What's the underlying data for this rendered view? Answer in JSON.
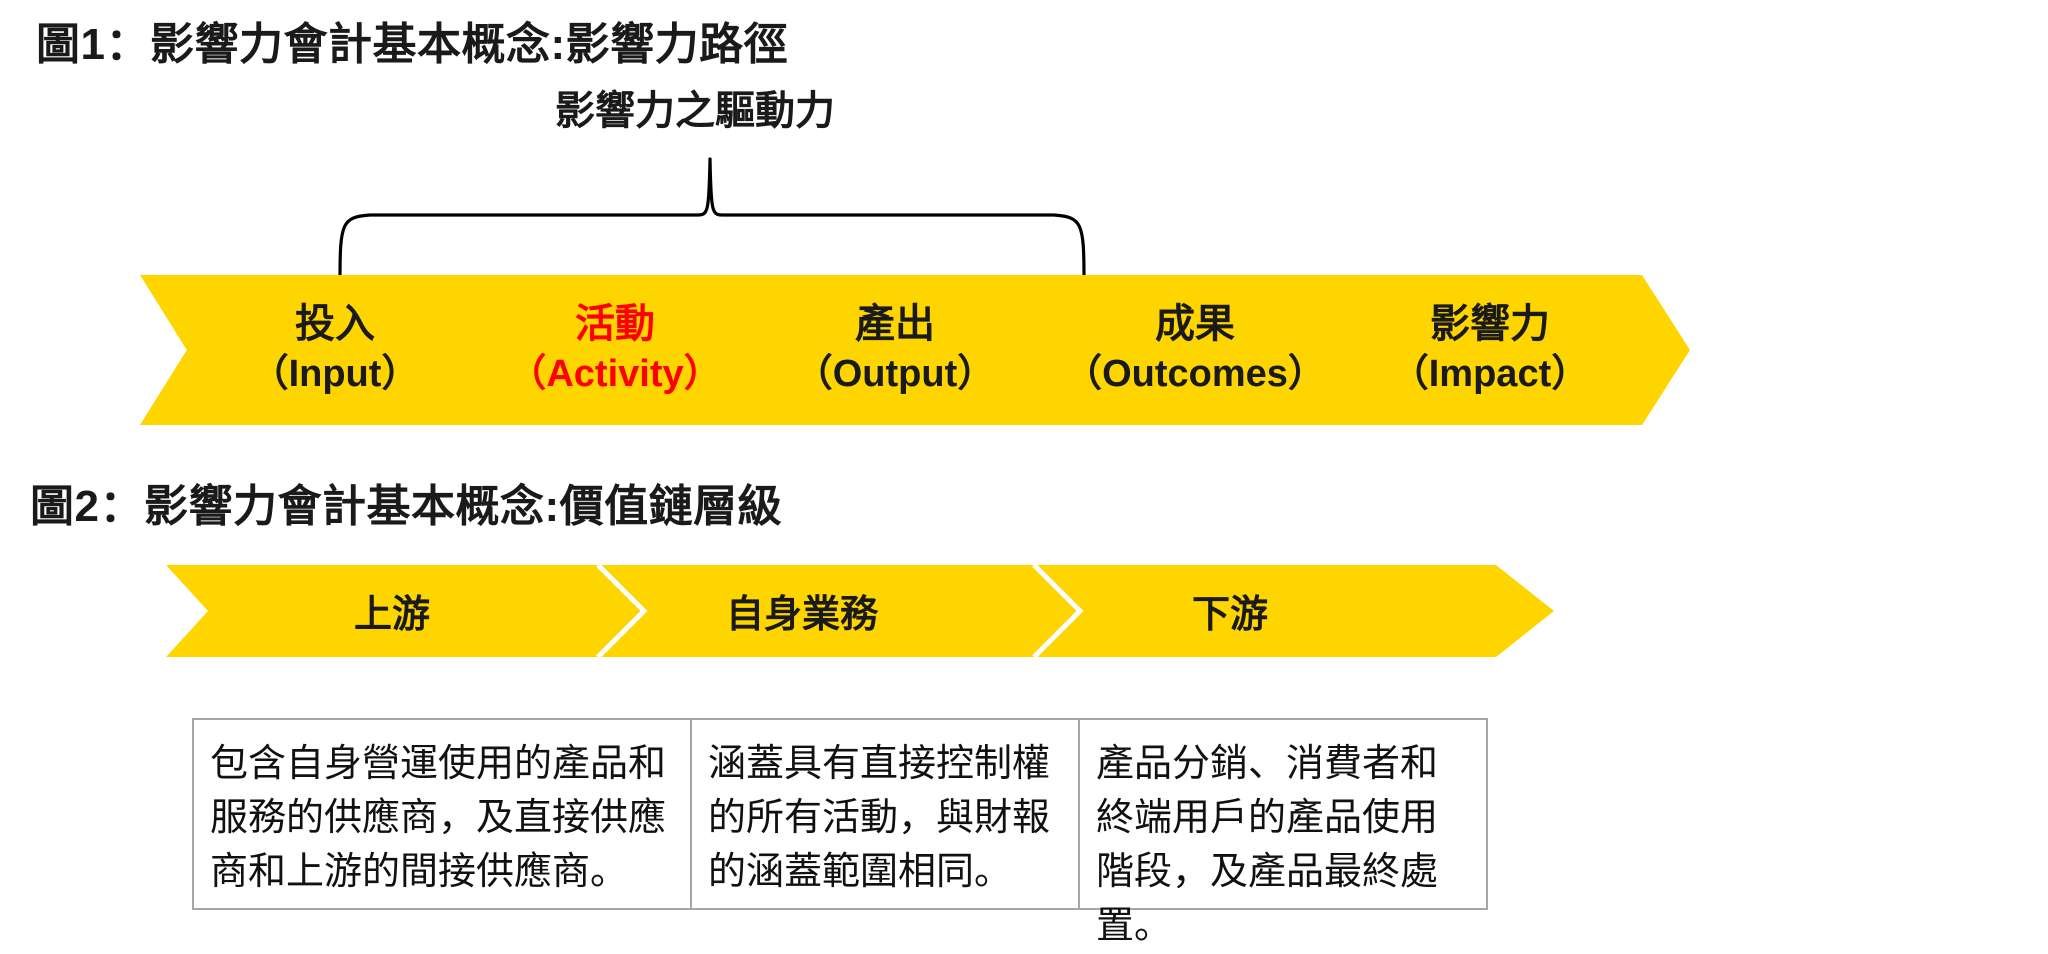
{
  "figure1": {
    "title": "圖1：影響力會計基本概念:影響力路徑",
    "driver_label": "影響力之驅動力",
    "brace": {
      "name": "curly-brace",
      "spans_stages": [
        "投入",
        "活動",
        "產出"
      ]
    },
    "accent_color": "#FF0000",
    "arrow_color": "#FFD500",
    "stages": [
      {
        "cn": "投入",
        "en": "（Input）",
        "highlight": false
      },
      {
        "cn": "活動",
        "en": "（Activity）",
        "highlight": true
      },
      {
        "cn": "產出",
        "en": "（Output）",
        "highlight": false
      },
      {
        "cn": "成果",
        "en": "（Outcomes）",
        "highlight": false
      },
      {
        "cn": "影響力",
        "en": "（Impact）",
        "highlight": false
      }
    ]
  },
  "figure2": {
    "title": "圖2：影響力會計基本概念:價值鏈層級",
    "arrow_color": "#FFD500",
    "stages": [
      {
        "label": "上游"
      },
      {
        "label": "自身業務"
      },
      {
        "label": "下游"
      }
    ],
    "descriptions": [
      "包含自身營運使用的產品和服務的供應商，及直接供應商和上游的間接供應商。",
      "涵蓋具有直接控制權的所有活動，與財報的涵蓋範圍相同。",
      "產品分銷、消費者和終端用戶的產品使用階段，及產品最終處置。"
    ],
    "box_border_color": "#A6A6A6"
  }
}
